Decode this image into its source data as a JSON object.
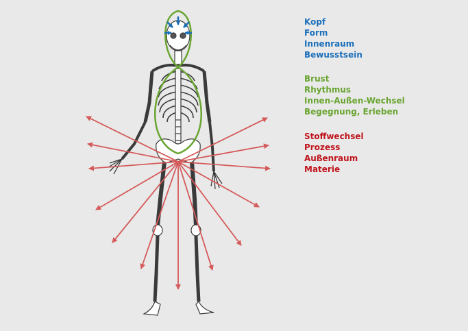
{
  "colors": {
    "background": "#e9e9e9",
    "head": "#1a6fba",
    "chest": "#6aa532",
    "metabolism": "#c0141c",
    "arrow": "#d55a5a",
    "bone": "#ffffff",
    "bone_stroke": "#3a3a3a"
  },
  "groups": {
    "head": [
      "Kopf",
      "Form",
      "Innenraum",
      "Bewusstsein"
    ],
    "chest": [
      "Brust",
      "Rhythmus",
      "Innen-Außen-Wechsel",
      "Begegnung, Erleben"
    ],
    "metabolism": [
      "Stoffwechsel",
      "Prozess",
      "Außenraum",
      "Materie"
    ]
  }
}
